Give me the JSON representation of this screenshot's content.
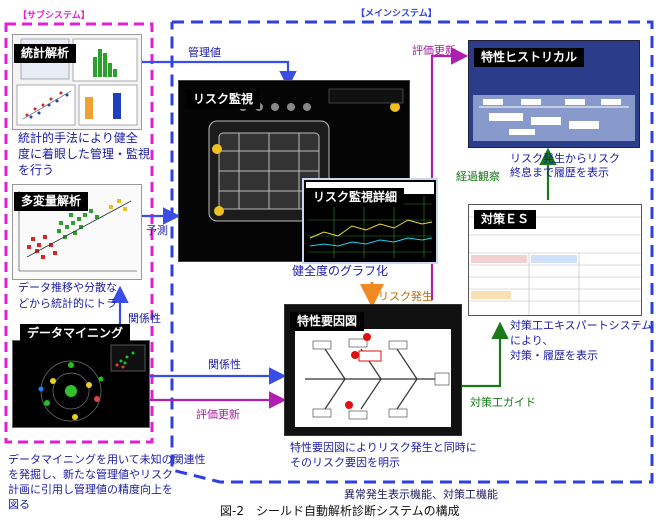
{
  "sub_system": {
    "title": "【サブシステム】",
    "stats": {
      "label": "統計解析",
      "description_lines": [
        "統計的手法により健全",
        "度に着眼した管理・監視",
        "を行う"
      ]
    },
    "multivariate": {
      "label": "多変量解析",
      "description_lines": [
        "データ推移や分散な",
        "どから統計的にトラ"
      ]
    },
    "datamining": {
      "label": "データマイニング",
      "description_lines": [
        "データマイニングを用いて未知の関連性",
        "を発掘し、新たな管理値やリスク",
        "計画に引用し管理値の精度向上を",
        "図る"
      ]
    }
  },
  "main_system": {
    "title": "【メインシステム】",
    "risk_monitor": {
      "label": "リスク監視"
    },
    "risk_detail": {
      "label": "リスク監視詳細",
      "caption": "健全度のグラフ化"
    },
    "history": {
      "label": "特性ヒストリカル",
      "description_lines": [
        "リスク発生からリスク",
        "終息まで履歴を表示"
      ]
    },
    "countermeasure": {
      "label": "対策ＥＳ",
      "description_lines": [
        "対策工エキスパートシステムにより、",
        "対策・履歴を表示"
      ]
    },
    "fishbone": {
      "label": "特性要因図",
      "description_lines": [
        "特性要因図によりリスク発生と同時に",
        "そのリスク要因を明示"
      ]
    },
    "bottom_caption": "異常発生表示機能、対策工機能"
  },
  "arrows": {
    "kanrichi": "管理値",
    "yosoku": "予測",
    "hyoka_top": "評価更新",
    "keika": "経過観察",
    "risk_hassei": "リスク発生",
    "kankeisei_left": "関係性",
    "kankeisei_right": "関係性",
    "hyoka_bottom": "評価更新",
    "taisaku_guide": "対策工ガイド"
  },
  "figure_caption": "図-2　シールド自動解析診断システムの構成",
  "colors": {
    "sub_border": "#e020d0",
    "main_border": "#2e40e0",
    "blue_arrow": "#3a4ee6",
    "magenta_arrow": "#b020b0",
    "orange_arrow": "#f08a20",
    "green_arrow": "#1a7a1a"
  }
}
